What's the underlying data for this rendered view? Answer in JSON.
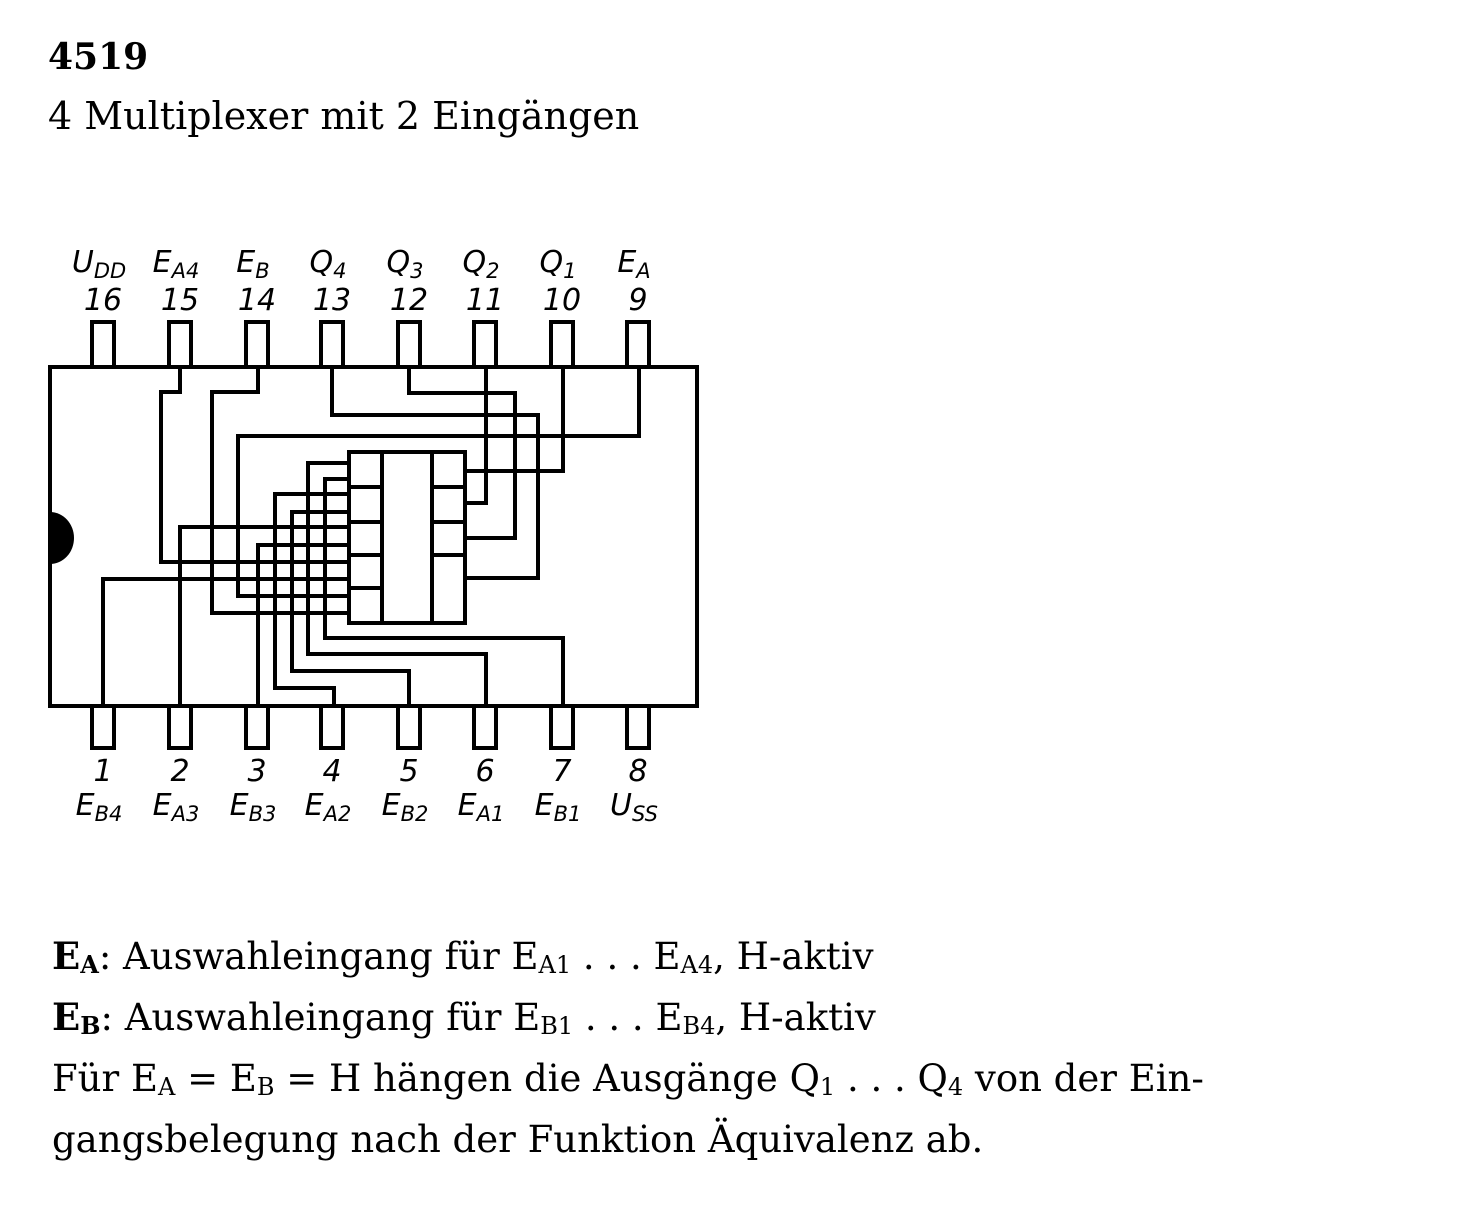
{
  "title": "4519",
  "subtitle": "4 Multiplexer mit 2 Eingängen",
  "chip": {
    "top_pins": [
      {
        "number": "16",
        "name": "U",
        "sub": "DD"
      },
      {
        "number": "15",
        "name": "E",
        "sub": "A4"
      },
      {
        "number": "14",
        "name": "E",
        "sub": "B"
      },
      {
        "number": "13",
        "name": "Q",
        "sub": "4"
      },
      {
        "number": "12",
        "name": "Q",
        "sub": "3"
      },
      {
        "number": "11",
        "name": "Q",
        "sub": "2"
      },
      {
        "number": "10",
        "name": "Q",
        "sub": "1"
      },
      {
        "number": "9",
        "name": "E",
        "sub": "A"
      }
    ],
    "bottom_pins": [
      {
        "number": "1",
        "name": "E",
        "sub": "B4"
      },
      {
        "number": "2",
        "name": "E",
        "sub": "A3"
      },
      {
        "number": "3",
        "name": "E",
        "sub": "B3"
      },
      {
        "number": "4",
        "name": "E",
        "sub": "A2"
      },
      {
        "number": "5",
        "name": "E",
        "sub": "B2"
      },
      {
        "number": "6",
        "name": "E",
        "sub": "A1"
      },
      {
        "number": "7",
        "name": "E",
        "sub": "B1"
      },
      {
        "number": "8",
        "name": "U",
        "sub": "SS"
      }
    ]
  },
  "description": {
    "line1": {
      "a": "E",
      "a_sub": "A",
      "text": ": Auswahleingang für E",
      "s1": "A1",
      "mid": " . . . E",
      "s2": "A4",
      "end": ", H-aktiv"
    },
    "line2": {
      "a": "E",
      "a_sub": "B",
      "text": ": Auswahleingang für E",
      "s1": "B1",
      "mid": " . . . E",
      "s2": "B4",
      "end": ", H-aktiv"
    },
    "line3": {
      "t1": "Für E",
      "s1": "A",
      "t2": " = E",
      "s2": "B",
      "t3": " = H hängen die Ausgänge Q",
      "s3": "1",
      "t4": " . . . Q",
      "s4": "4",
      "t5": " von der Ein-"
    },
    "line4": "gangsbelegung nach der Funktion Äquivalenz ab."
  }
}
